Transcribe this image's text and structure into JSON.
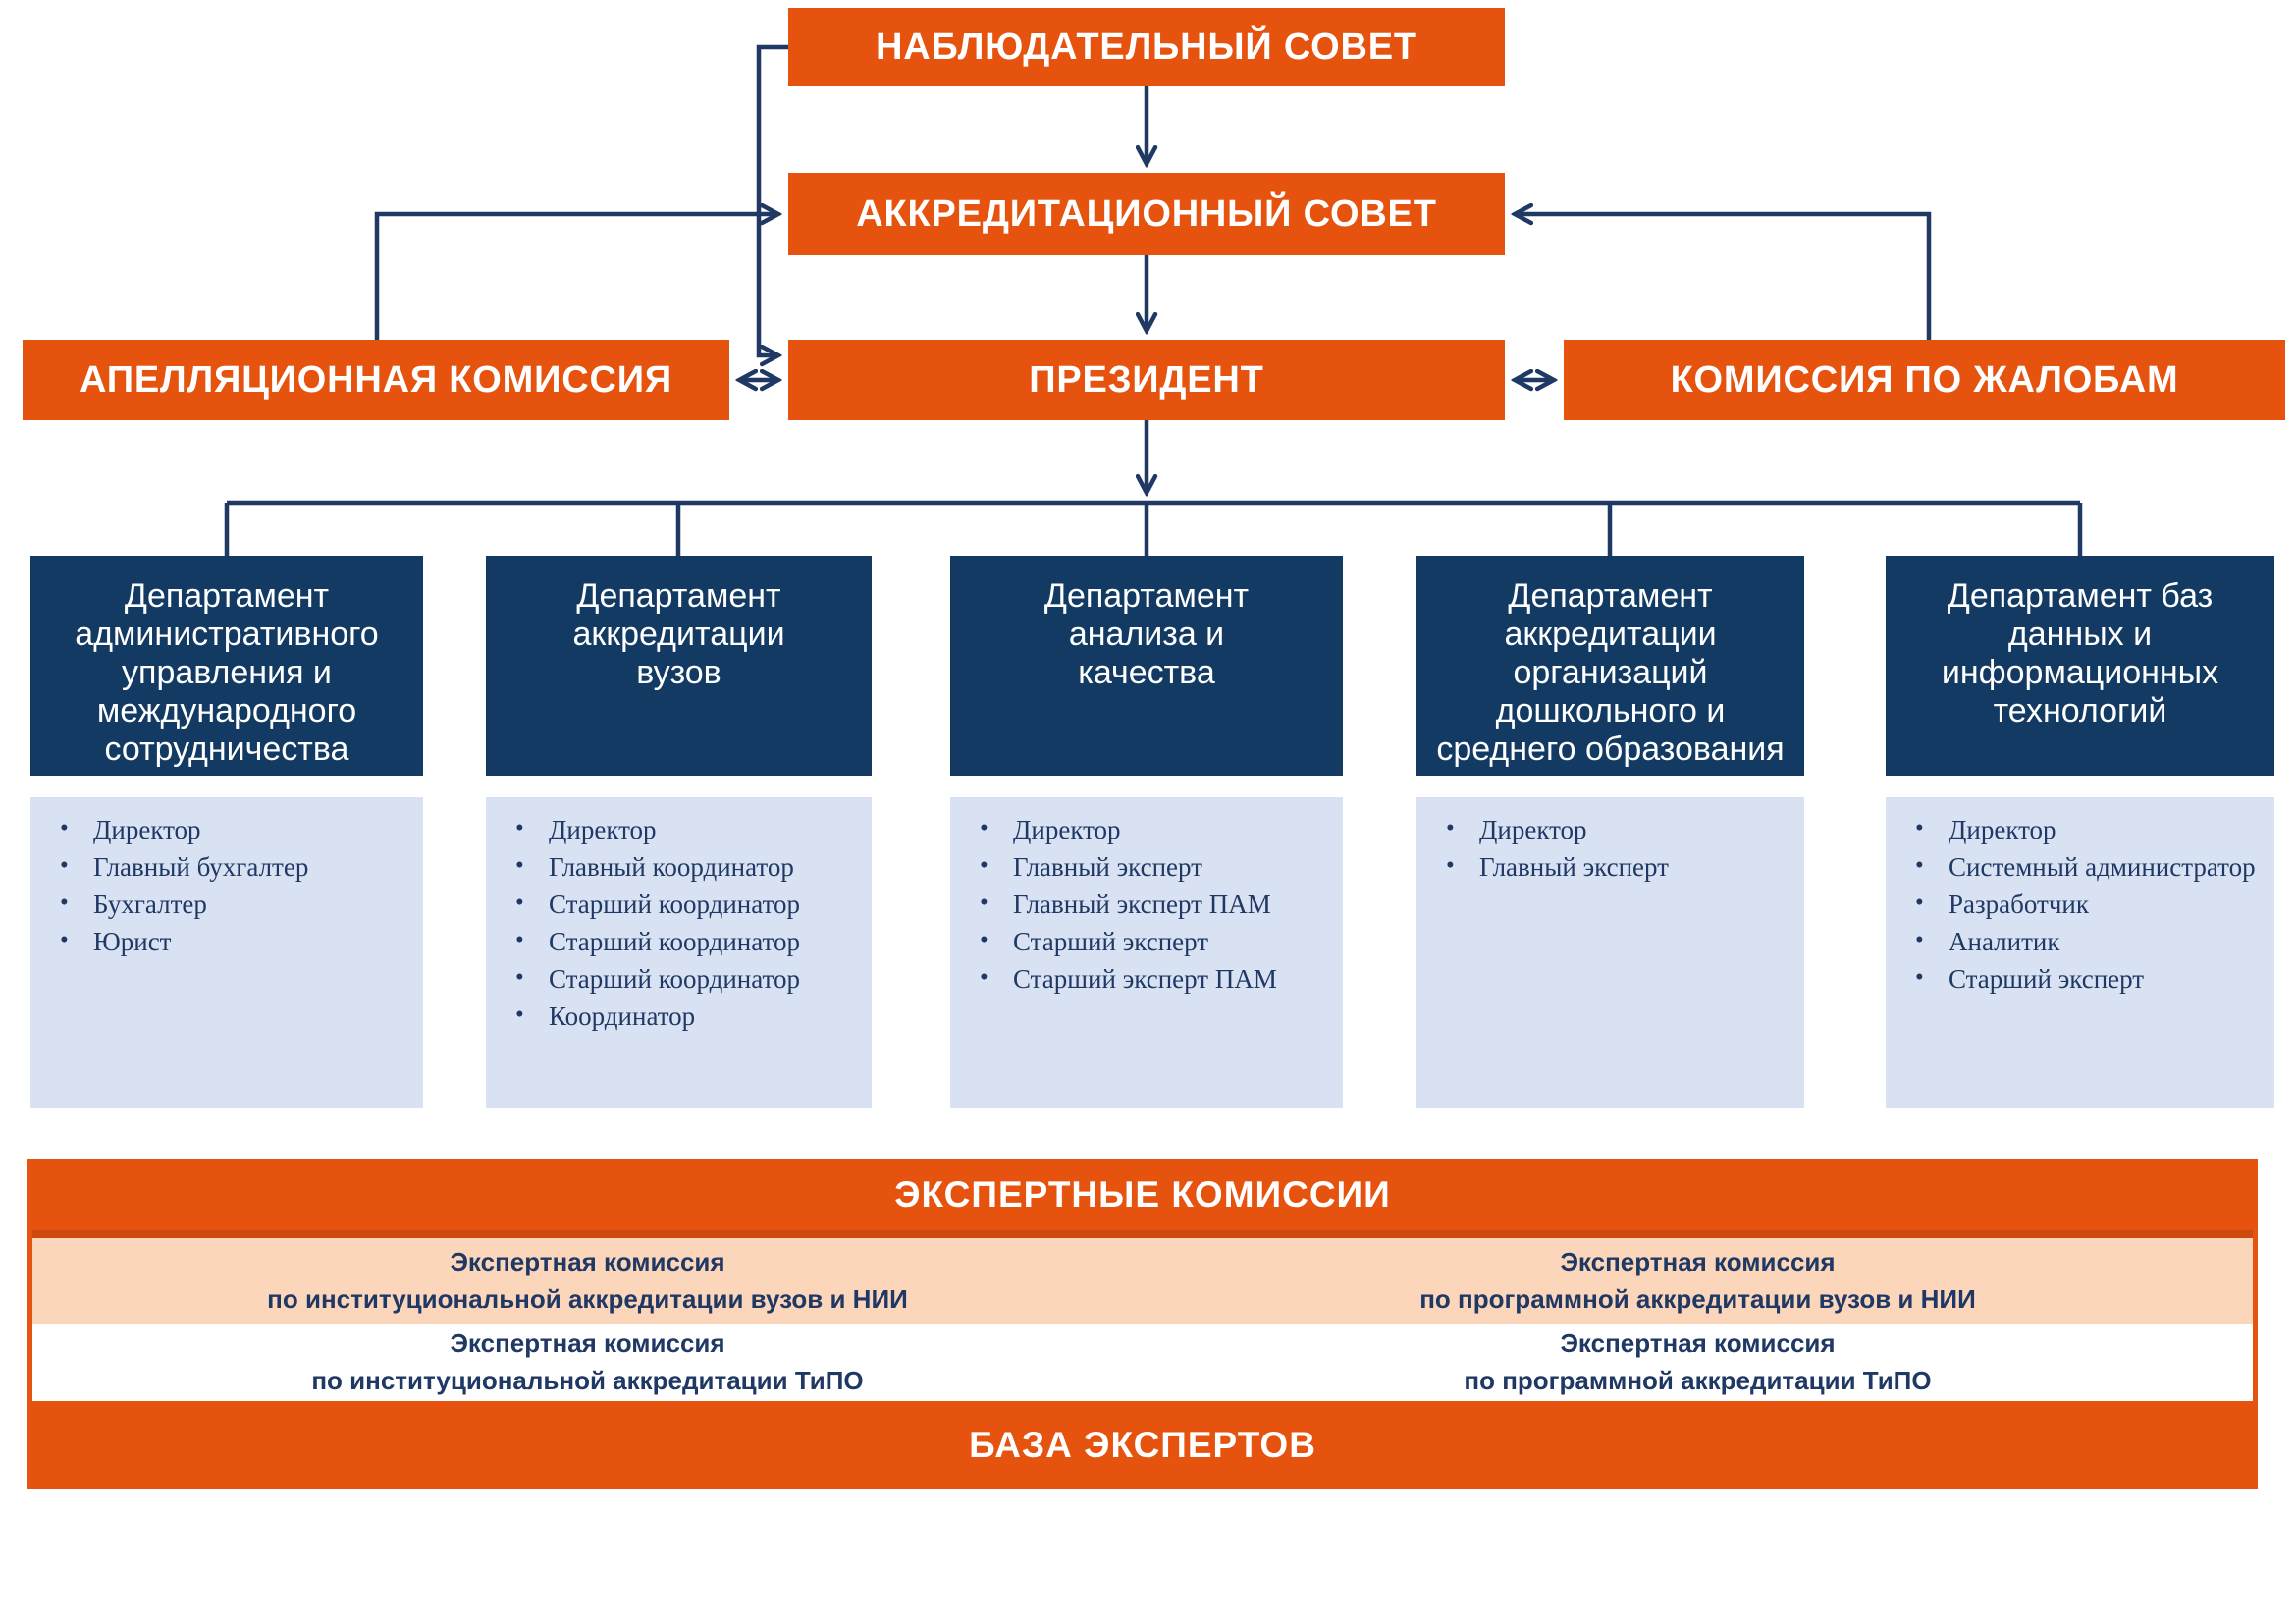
{
  "colors": {
    "orange": "#E5530E",
    "orange-seam": "#CC4A0D",
    "navy-box": "#123A63",
    "light-blue": "#D9E2F3",
    "peach": "#FBD6BB",
    "line-navy": "#1F3864",
    "text-navy": "#1F3864",
    "text-white": "#FFFFFF"
  },
  "bullet": "•",
  "governance": {
    "supervisory_board": "НАБЛЮДАТЕЛЬНЫЙ СОВЕТ",
    "accreditation_council": "АККРЕДИТАЦИОННЫЙ СОВЕТ",
    "appeal_commission": "АПЕЛЛЯЦИОННАЯ КОМИССИЯ",
    "president": "ПРЕЗИДЕНТ",
    "complaints_commission": "КОМИССИЯ ПО ЖАЛОБАМ"
  },
  "departments": [
    {
      "title_lines": [
        "Департамент",
        "административного",
        "управления и",
        "международного",
        "сотрудничества"
      ],
      "roles": [
        "Директор",
        "Главный бухгалтер",
        "Бухгалтер",
        "Юрист"
      ]
    },
    {
      "title_lines": [
        "Департамент",
        "аккредитации",
        "вузов"
      ],
      "roles": [
        "Директор",
        "Главный координатор",
        "Старший координатор",
        "Старший координатор",
        "Старший координатор",
        "Координатор"
      ]
    },
    {
      "title_lines": [
        "Департамент",
        "анализа и",
        "качества"
      ],
      "roles": [
        "Директор",
        "Главный эксперт",
        "Главный эксперт ПАМ",
        "Старший эксперт",
        "Старший эксперт ПАМ"
      ]
    },
    {
      "title_lines": [
        "Департамент",
        "аккредитации",
        "организаций",
        "дошкольного и",
        "среднего образования"
      ],
      "roles": [
        "Директор",
        "Главный эксперт"
      ]
    },
    {
      "title_lines": [
        "Департамент баз",
        "данных и",
        "информационных",
        "технологий"
      ],
      "roles": [
        "Директор",
        "Системный администратор",
        "Разработчик",
        "Аналитик",
        "Старший эксперт"
      ]
    }
  ],
  "expert_section": {
    "title": "ЭКСПЕРТНЫЕ КОМИССИИ",
    "rows": [
      {
        "left_line1": "Экспертная комиссия",
        "left_line2": "по институциональной аккредитации вузов и НИИ",
        "right_line1": "Экспертная комиссия",
        "right_line2": "по программной аккредитации вузов и НИИ"
      },
      {
        "left_line1": "Экспертная комиссия",
        "left_line2": "по институциональной аккредитации ТиПО",
        "right_line1": "Экспертная комиссия",
        "right_line2": "по программной аккредитации ТиПО"
      }
    ],
    "footer": "БАЗА ЭКСПЕРТОВ"
  }
}
